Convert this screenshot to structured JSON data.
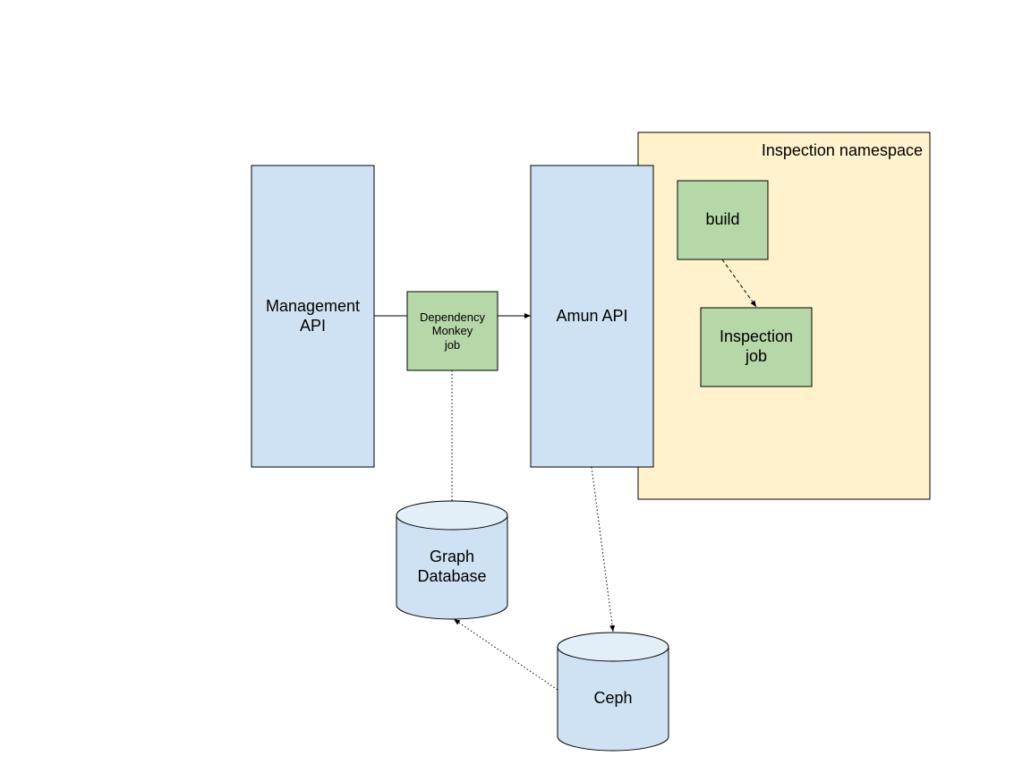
{
  "colors": {
    "api_fill": "#cfe2f3",
    "job_fill": "#b6d7a8",
    "namespace_fill": "#fff2cc",
    "db_fill": "#cfe2f3",
    "db_top": "#e2eef8",
    "stroke": "#000000"
  },
  "diagram": {
    "namespace_title": "Inspection namespace",
    "management_api": "Management\nAPI",
    "dependency_monkey_job": "Dependency\nMonkey\njob",
    "amun_api": "Amun API",
    "build": "build",
    "inspection_job": "Inspection\njob",
    "graph_database": "Graph\nDatabase",
    "ceph": "Ceph"
  }
}
